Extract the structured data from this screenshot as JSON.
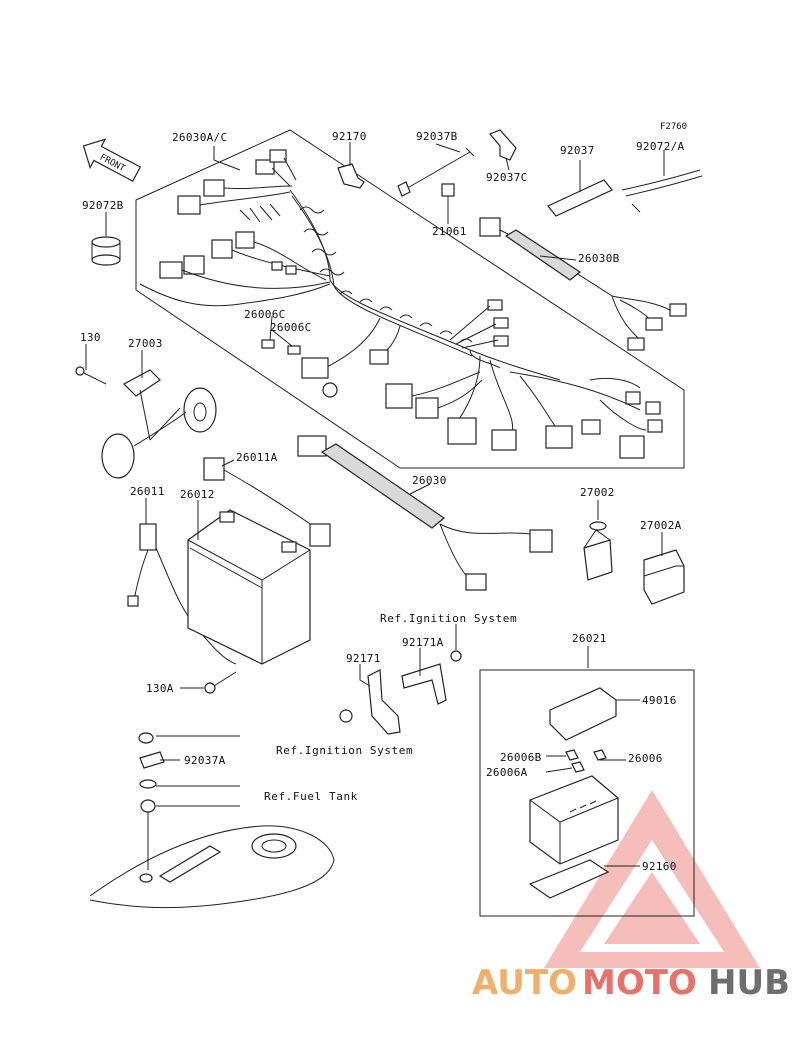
{
  "figure_id": "F2760",
  "front_label": "FRONT",
  "parts": {
    "p26030AC": "26030A/C",
    "p92170": "92170",
    "p92037B": "92037B",
    "p92037": "92037",
    "p92072A": "92072/A",
    "p92072B": "92072B",
    "p92037C": "92037C",
    "p21061": "21061",
    "p26030B": "26030B",
    "p26006C_1": "26006C",
    "p26006C_2": "26006C",
    "p130": "130",
    "p27003": "27003",
    "p26011A": "26011A",
    "p26030": "26030",
    "p26011": "26011",
    "p26012": "26012",
    "p27002": "27002",
    "p27002A": "27002A",
    "p26021": "26021",
    "p92171A": "92171A",
    "p92171": "92171",
    "p49016": "49016",
    "p130A": "130A",
    "p26006B": "26006B",
    "p26006": "26006",
    "p26006A": "26006A",
    "p92037A": "92037A",
    "p92160": "92160"
  },
  "refs": {
    "ignition_top": "Ref.Ignition System",
    "ignition_bottom": "Ref.Ignition System",
    "fuel_tank": "Ref.Fuel Tank"
  },
  "watermark": {
    "auto": "AUTO",
    "moto": "MOTO",
    "hub": "HUB",
    "colors": {
      "auto": "#f0b06b",
      "moto": "#e8726b",
      "hub": "#6e6e6e",
      "triangle": "#e8504a"
    }
  }
}
